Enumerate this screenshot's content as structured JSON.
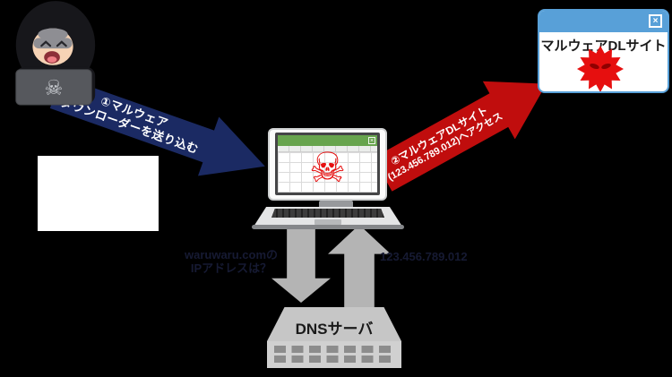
{
  "arrows": {
    "deliver": {
      "line1": "①マルウェア",
      "line2": "ダウンローダーを送り込む"
    },
    "access": {
      "line1": "②マルウェアDLサイト",
      "line2": "(123.456.789.012)へアクセス"
    },
    "dns_query": {
      "line1": "waruwaru.comの",
      "line2": "IPアドレスは？"
    },
    "dns_response": {
      "text": "123.456.789.012"
    }
  },
  "site_window": {
    "title": "マルウェアDLサイト",
    "close_glyph": "×"
  },
  "infected_laptop": {
    "skull_glyph": "☠",
    "close_glyph": "×"
  },
  "hacker": {
    "skull_glyph": "☠"
  },
  "dns_server": {
    "label": "DNSサーバ"
  },
  "colors": {
    "deliver_arrow": "#1b2a63",
    "access_arrow": "#c00d0d",
    "gray_arrow": "#b4b4b4",
    "dns_text": "#161a33",
    "titlebar_blue": "#58a0d8",
    "excel_green": "#67a44d",
    "malware_red": "#e60f0f"
  }
}
